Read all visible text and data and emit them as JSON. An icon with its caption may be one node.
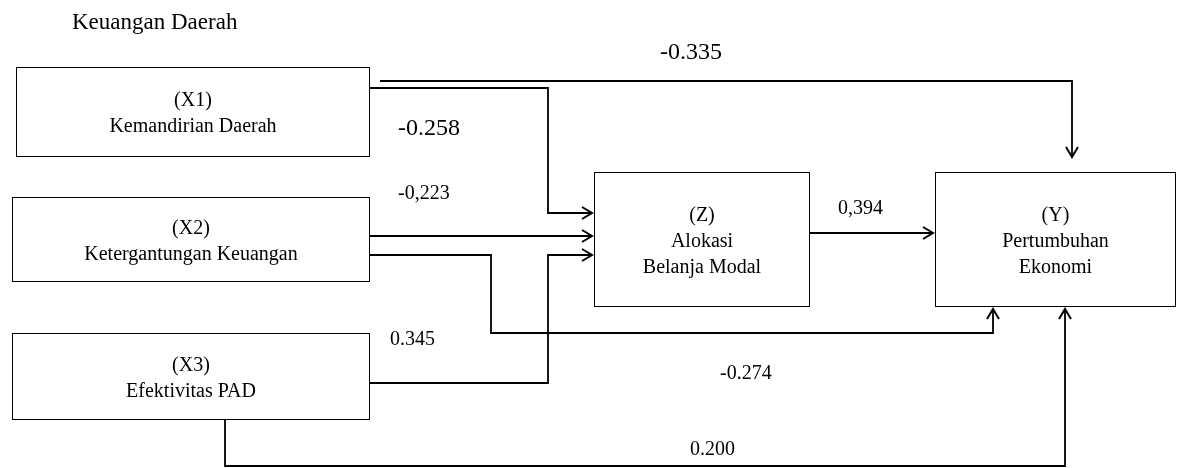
{
  "diagram": {
    "title": "Keuangan Daerah",
    "nodes": [
      {
        "text": [
          "(X1)",
          "Kemandirian Daerah"
        ]
      },
      {
        "text": [
          "(X2)",
          "Ketergantungan Keuangan"
        ]
      },
      {
        "text": [
          "(X3)",
          "Efektivitas PAD"
        ]
      },
      {
        "text": [
          "(Z)",
          "Alokasi Belanja Modal"
        ]
      },
      {
        "text": [
          "(Y)",
          "Pertumbuhan Ekonomi"
        ]
      }
    ],
    "edges": [
      {
        "from": 0,
        "to": 4,
        "arrow": "to",
        "label": "-0.335"
      },
      {
        "from": 0,
        "to": 3,
        "arrow": "to",
        "label": "-0.258"
      },
      {
        "from": 1,
        "to": 3,
        "arrow": "to",
        "label": "-0,223"
      },
      {
        "from": 1,
        "to": 4,
        "arrow": "to",
        "label": "-0.274"
      },
      {
        "from": 2,
        "to": 3,
        "arrow": "to",
        "label": "0.345"
      },
      {
        "from": 3,
        "to": 4,
        "arrow": "to",
        "label": "0,394"
      },
      {
        "from": 2,
        "to": 4,
        "arrow": "to",
        "label": "0.200"
      }
    ]
  }
}
